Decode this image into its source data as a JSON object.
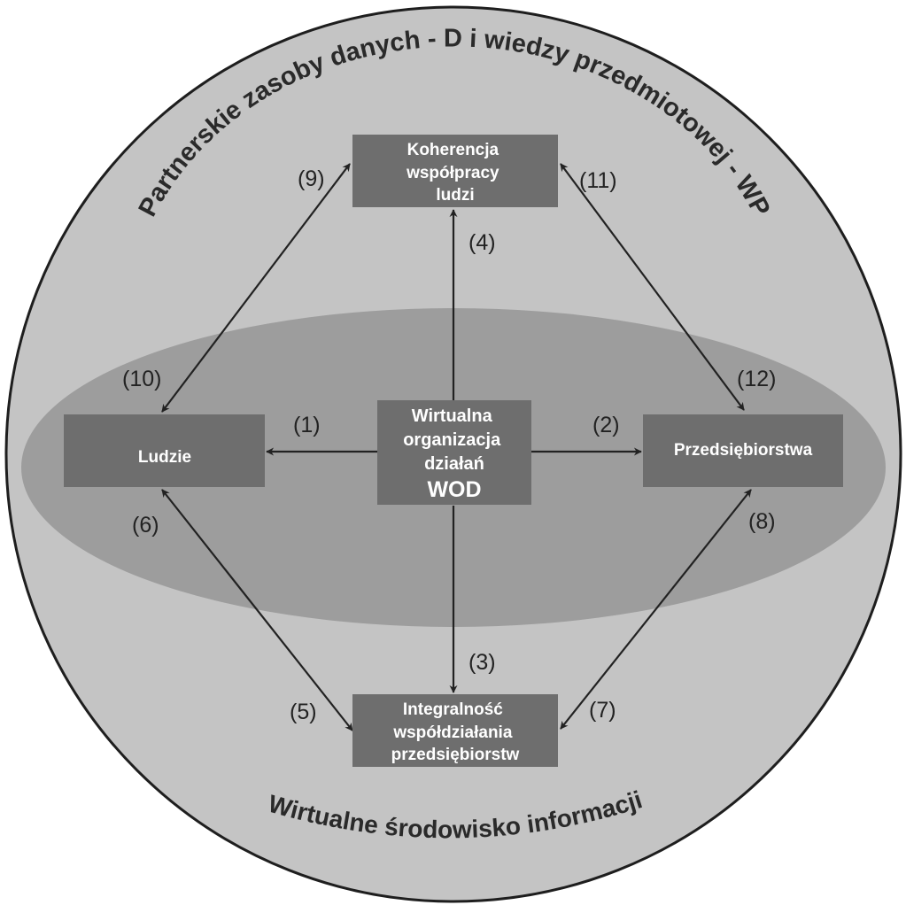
{
  "outer_label": "Partnerskie zasoby danych - D i wiedzy przedmiotowej - WP",
  "bottom_label": "Wirtualne środowisko informacji",
  "nodes": {
    "top": [
      "Koherencja",
      "współpracy",
      "ludzi"
    ],
    "left": [
      "Ludzie"
    ],
    "center": [
      "Wirtualna",
      "organizacja",
      "działań"
    ],
    "center_bold": "WOD",
    "right": [
      "Przedsiębiorstwa"
    ],
    "bottom": [
      "Integralność",
      "współdziałania",
      "przedsiębiorstw"
    ]
  },
  "arrow_labels": {
    "a1": "(1)",
    "a2": "(2)",
    "a3": "(3)",
    "a4": "(4)",
    "a5": "(5)",
    "a6": "(6)",
    "a7": "(7)",
    "a8": "(8)",
    "a9": "(9)",
    "a10": "(10)",
    "a11": "(11)",
    "a12": "(12)"
  },
  "colors": {
    "outer_circle": "#c4c4c4",
    "ellipse": "#9d9d9d",
    "box": "#6e6e6e",
    "arrow": "#222222"
  }
}
